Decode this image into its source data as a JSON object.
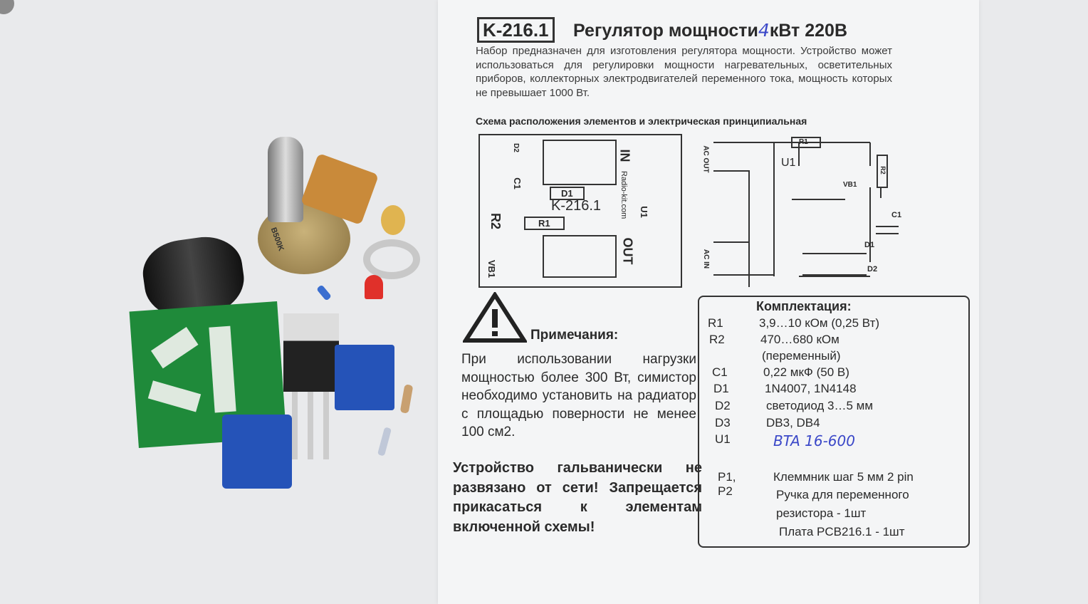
{
  "sheet": {
    "kit_code": "K-216.1",
    "title": "Регулятор мощности",
    "title_handwritten": "4",
    "title_suffix": "кВт 220В",
    "intro": "Набор предназначен для изготовления регулятора мощности. Устройство может использоваться для регулировки мощности нагревательных, осветительных приборов, коллекторных электродвигателей переменного тока, мощность которых не превышает 1000 Вт.",
    "section_title": "Схема расположения элементов и электрическая принципиальная",
    "pcb_labels": {
      "in": "IN",
      "out": "OUT",
      "d1": "D1",
      "r1": "R1",
      "r2": "R2",
      "c1": "C1",
      "u1": "U1",
      "vb1": "VB1",
      "d2": "D2",
      "board": "K-216.1",
      "site": "Radio-kit.com"
    },
    "schematic_labels": {
      "ac_out": "AC OUT",
      "ac_in": "AC IN",
      "r1": "R1",
      "r2": "R2",
      "u1": "U1",
      "vb1": "VB1",
      "c1": "C1",
      "d1": "D1",
      "d2": "D2"
    },
    "notes_title": "Примечания:",
    "notes_text": "При использовании нагрузки мощностью более 300 Вт, симистор необходимо установить на радиатор с площадью поверности не менее 100 см2.",
    "notes_warning": "Устройство гальванически не развязано от сети! Запрещается прикасаться к элементам включенной схемы!",
    "kit": {
      "title": "Комплектация:",
      "items": [
        {
          "ref": "R1",
          "value": "3,9…10 кОм (0,25 Вт)"
        },
        {
          "ref": "R2",
          "value": "470…680 кОм"
        },
        {
          "ref": "",
          "value": "(переменный)"
        },
        {
          "ref": "C1",
          "value": "0,22 мкФ (50 В)"
        },
        {
          "ref": "D1",
          "value": "1N4007, 1N4148"
        },
        {
          "ref": "D2",
          "value": "светодиод 3…5 мм"
        },
        {
          "ref": "D3",
          "value": "DB3, DB4"
        },
        {
          "ref": "U1",
          "value": "BTA 16-600"
        }
      ],
      "extras": [
        {
          "ref": "P1, P2",
          "value": "Клеммник шаг 5 мм  2 pin"
        },
        {
          "ref": "",
          "value": "Ручка для переменного"
        },
        {
          "ref": "",
          "value": "резистора - 1шт"
        },
        {
          "ref": "",
          "value": "Плата PCB216.1 - 1шт"
        }
      ]
    }
  },
  "components": {
    "pot_marking": "B500K"
  },
  "colors": {
    "pcb": "#1f8a3a",
    "terminal": "#2553b8",
    "handwriting": "#3b48c8",
    "led": "#e0302a"
  },
  "icons": [
    "warning-icon",
    "search-icon"
  ]
}
